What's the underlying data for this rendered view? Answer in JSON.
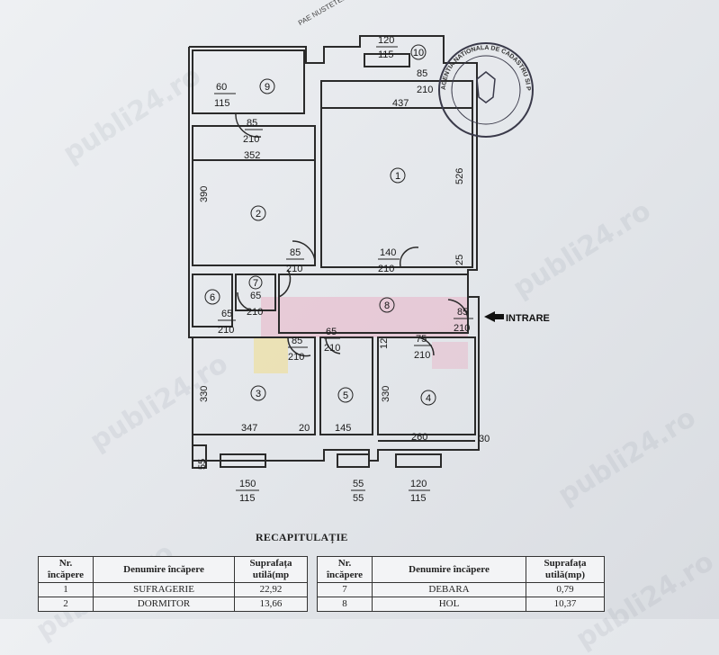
{
  "watermarks": [
    "publi24.ro",
    "publi24.ro",
    "publi24.ro",
    "publi24.ro",
    "publi24.ro",
    "publi24.ro"
  ],
  "stamp": {
    "text": "AGENTIA NATIONALA DE CADASTRU SI PUBLICITATE IMOBILIARA",
    "top_text": "PAE NUSTETELE"
  },
  "plan": {
    "rooms": [
      {
        "id": "1",
        "label": "1"
      },
      {
        "id": "2",
        "label": "2"
      },
      {
        "id": "3",
        "label": "3"
      },
      {
        "id": "4",
        "label": "4"
      },
      {
        "id": "5",
        "label": "5"
      },
      {
        "id": "6",
        "label": "6"
      },
      {
        "id": "7",
        "label": "7"
      },
      {
        "id": "8",
        "label": "8"
      },
      {
        "id": "9",
        "label": "9"
      },
      {
        "id": "10",
        "label": "10"
      }
    ],
    "dims": {
      "d120a": "120",
      "d115a": "115",
      "d60": "60",
      "d115b": "115",
      "d85a": "85",
      "d210a": "210",
      "d437": "437",
      "d85c": "85",
      "d210c": "210",
      "d352": "352",
      "d390": "390",
      "d526": "526",
      "d85b": "85",
      "d210b": "210",
      "d140": "140",
      "d210d": "210",
      "d25": "25",
      "d65a": "65",
      "d210e": "210",
      "d65b": "65",
      "d210f": "210",
      "d85d": "85",
      "d210g": "210",
      "d85e": "85",
      "d210h": "210",
      "d65c": "65",
      "d210i": "210",
      "d12": "12",
      "d75": "75",
      "d210j": "210",
      "d330a": "330",
      "d330b": "330",
      "d347": "347",
      "d20": "20",
      "d145": "145",
      "d260": "260",
      "d30": "30",
      "d55a": "55",
      "d150": "150",
      "d115c": "115",
      "d55b": "55",
      "d55c": "55",
      "d120b": "120",
      "d115d": "115"
    },
    "entrance_label": "INTRARE"
  },
  "recap": {
    "title": "RECAPITULAȚIE",
    "left": {
      "headers": [
        "Nr. încăpere",
        "Denumire încăpere",
        "Suprafața utilă(mp"
      ],
      "rows": [
        {
          "nr": "1",
          "name": "SUFRAGERIE",
          "area": "22,92"
        },
        {
          "nr": "2",
          "name": "DORMITOR",
          "area": "13,66"
        }
      ]
    },
    "right": {
      "headers": [
        "Nr. încăpere",
        "Denumire încăpere",
        "Suprafața utilă(mp)"
      ],
      "rows": [
        {
          "nr": "7",
          "name": "DEBARA",
          "area": "0,79"
        },
        {
          "nr": "8",
          "name": "HOL",
          "area": "10,37"
        }
      ]
    }
  }
}
